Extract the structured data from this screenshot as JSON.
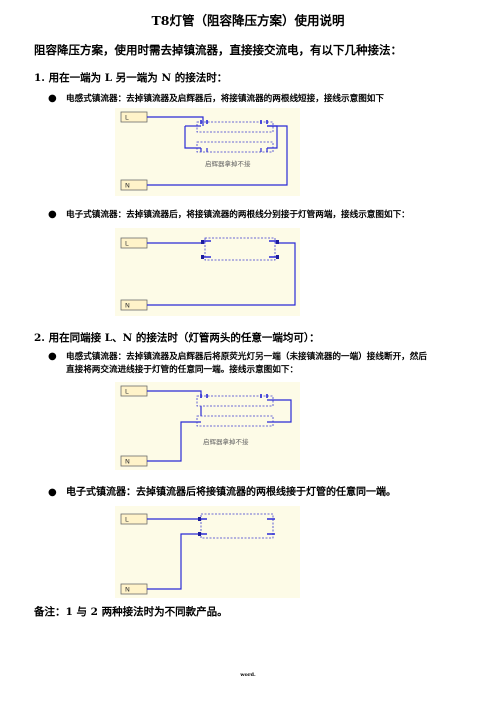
{
  "doc": {
    "title": "T8灯管（阻容降压方案）使用说明",
    "intro": "阻容降压方案，使用时需去掉镇流器，直接接交流电，有以下几种接法：",
    "section1": "1. 用在一端为 L 另一端为 N 的接法时：",
    "bullet1": "电感式镇流器：去掉镇流器及启辉器后，将接镇流器的两根线短接，接线示意图如下",
    "bullet2": "电子式镇流器：去掉镇流器后，将接镇流器的两根线分别接于灯管两端，接线示意图如下：",
    "section2": "2. 用在同端接 L、N 的接法时（灯管两头的任意一端均可）：",
    "bullet3_line1": "电感式镇流器：去掉镇流器及启辉器后将原荧光灯另一端（未接镇流器的一端）接线断开，然后",
    "bullet3_line2": "直接将两交流进线接于灯管的任意同一端。接线示意图如下：",
    "bullet4": "电子式镇流器：去掉镇流器后将接镇流器的两根线接于灯管的任意同一端。",
    "note": "备注：1 与 2 两种接法时为不同款产品。",
    "footer": "word."
  },
  "symbols": {
    "bullet": "●"
  },
  "diagrams": {
    "d1": {
      "l": "L",
      "n": "N",
      "annotation": "启辉器拿掉不接"
    },
    "d2": {
      "l": "L",
      "n": "N"
    },
    "d3": {
      "l": "L",
      "n": "N",
      "annotation": "启辉器拿掉不接"
    },
    "d4": {
      "l": "L",
      "n": "N"
    }
  },
  "colors": {
    "wire": "#2b2bd6",
    "diagram_bg": "#fdfbe7",
    "terminal": "#fff3c9"
  }
}
